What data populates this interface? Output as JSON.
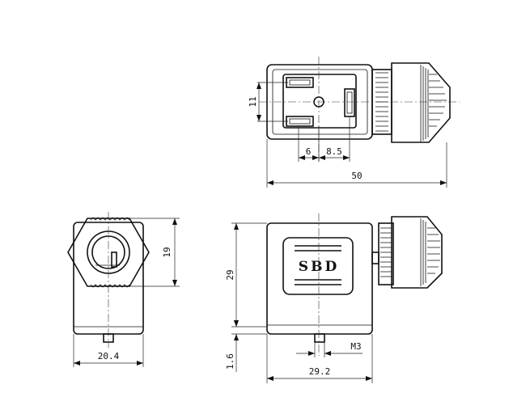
{
  "drawing": {
    "logo_text": "SBD",
    "top_view": {
      "dim_pin_gap": "11",
      "dim_offset_6": "6",
      "dim_offset_8_5": "8.5",
      "dim_length": "50"
    },
    "side_view": {
      "dim_height_19": "19",
      "dim_width": "20.4"
    },
    "front_view": {
      "dim_height_29": "29",
      "dim_screw_1_6": "1.6",
      "dim_thread": "M3",
      "dim_width_29_2": "29.2"
    }
  }
}
